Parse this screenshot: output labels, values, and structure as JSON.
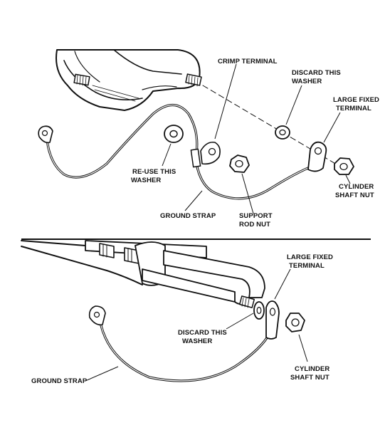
{
  "labels": {
    "top_crimp_terminal": "CRIMP TERMINAL",
    "top_discard_line1": "DISCARD THIS",
    "top_discard_line2": "WASHER",
    "top_large_fixed_line1": "LARGE FIXED",
    "top_large_fixed_line2": "TERMINAL",
    "top_reuse_line1": "RE-USE THIS",
    "top_reuse_line2": "WASHER",
    "top_ground_strap": "GROUND STRAP",
    "top_support_line1": "SUPPORT",
    "top_support_line2": "ROD NUT",
    "top_cylinder_line1": "CYLINDER",
    "top_cylinder_line2": "SHAFT NUT",
    "bottom_large_fixed_line1": "LARGE FIXED",
    "bottom_large_fixed_line2": "TERMINAL",
    "bottom_discard_line1": "DISCARD THIS",
    "bottom_discard_line2": "WASHER",
    "bottom_ground_strap": "GROUND STRAP",
    "bottom_cylinder_line1": "CYLINDER",
    "bottom_cylinder_line2": "SHAFT NUT"
  },
  "colors": {
    "ink": "#111111",
    "paper": "#ffffff"
  }
}
